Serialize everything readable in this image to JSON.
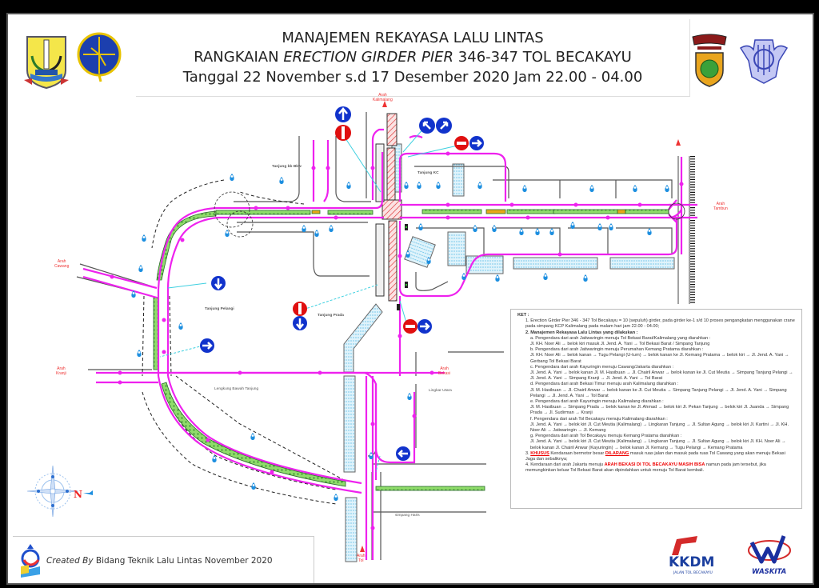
{
  "header": {
    "title_line1": "MANAJEMEN REKAYASA LALU LINTAS",
    "title_line2_prefix": "RANGKAIAN ",
    "title_line2_italic": "ERECTION GIRDER PIER",
    "title_line2_suffix": " 346-347 TOL BECAKAYU",
    "title_line3": "Tanggal 22 November s.d 17 Desember 2020 Jam 22.00 - 04.00"
  },
  "logos": {
    "left": [
      "kota-bekasi-emblem",
      "dishub-emblem"
    ],
    "right": [
      "polri-polres-emblem",
      "korlantas-emblem"
    ],
    "bottom_right": [
      {
        "name": "kkdm-logo",
        "text": "KKDM",
        "subtext": "JALAN TOL BECAKAYU"
      },
      {
        "name": "waskita-logo",
        "text": "WASKITA"
      }
    ],
    "bottom_left": "dishub-bekasi-logo"
  },
  "map": {
    "labels": {
      "tanjung_bb": "Tanjung bb Bkw",
      "tanjung_kc": "Tanjung KC",
      "tanjung_pelangi": "Tanjung Pelangi",
      "tanjung_prada": "Tanjung Prada",
      "lengkung_bawah": "Lengkung Bawah Tanjung",
      "lingkar": "Lingkar Utara",
      "simpang": "simpang Haris",
      "north": "N"
    },
    "directions": {
      "top": "Arah\nKalimalang",
      "left_upper": "Arah\nCawang",
      "left_lower": "Arah\nKranji",
      "right": "Arah\nBekasi",
      "right_upper": "Arah\nTambun",
      "bottom": "Arah\nTol"
    },
    "colors": {
      "detour": "#ee22ee",
      "median": "#33aa33",
      "bridge_hatch": "#dd3333",
      "water": "#6ec6e8",
      "sign_blue": "#1133cc",
      "sign_red": "#e01010",
      "label_red": "#ee3333"
    }
  },
  "legend": {
    "heading": "KET :",
    "items": [
      {
        "n": "1.",
        "text": "Erection Girder Pier 346 - 347 Tol Becakayu = 10 (sepuluh) girder, pada girder ke-1 s/d 10 proses pengangkatan menggunakan crane pada simpang KCP Kalimalang pada malam hari jam 22.00 - 04.00;"
      },
      {
        "n": "2.",
        "text": "Manajemen Rekayasa Lalu Lintas yang dilakukan :"
      }
    ],
    "sub_items": [
      {
        "n": "a.",
        "text": "Pengendara dari arah Jatiwaringin menuju Tol Bekasi Barat/Kalimalang yang diarahkan :",
        "route": "Jl. KH. Noer Ali → belok kiri masuk Jl. Jend. A. Yani → Tol Bekasi Barat / Simpang Tanjung"
      },
      {
        "n": "b.",
        "text": "Pengendara dari arah Jatiwaringin menuju Perumahan Kemang Pratama diarahkan :",
        "route": "Jl. KH. Noer Ali → belok kanan → Tugu Pelangi (U-turn) → belok kanan ke Jl. Kemang Pratama → belok kiri → Jl. Jend. A. Yani → Gerbang Tol Bekasi Barat"
      },
      {
        "n": "c.",
        "text": "Pengendara dari arah Kayuringin menuju Cawang/Jakarta diarahkan :",
        "route": "Jl. Jend. A. Yani → belok kanan Jl. M. Hasibuan → Jl. Chairil Anwar → belok kanan ke Jl. Cut Meutia → Simpang Tanjung Pelangi → Jl. Jend. A. Yani → Simpang Kranji → Jl. Jend. A. Yani → Tol Barat"
      },
      {
        "n": "d.",
        "text": "Pengendara dari arah Bekasi Timur menuju arah Kalimalang diarahkan :",
        "route": "Jl. M. Hasibuan → Jl. Chairil Anwar → belok kanan ke Jl. Cut Meutia → Simpang Tanjung Pelangi → Jl. Jend. A. Yani → Simpang Pelangi → Jl. Jend. A. Yani → Tol Barat"
      },
      {
        "n": "e.",
        "text": "Pengendara dari arah Kayuringin menuju Kalimalang diarahkan :",
        "route": "Jl. M. Hasibuan → Simpang Prada → belok kanan ke Jl. Ahmad → belok kiri Jl. Pekan Tanjung → belok kiri Jl. Juanda → Simpang Prada → Jl. Sudirman → Kranji"
      },
      {
        "n": "f.",
        "text": "Pengendara dari arah Tol Becakayu menuju Kalimalang diarahkan :",
        "route": "Jl. Jend. A. Yani → belok kiri Jl. Cut Meutia (Kalimalang) → Lingkaran Tanjung → Jl. Sultan Agung → belok kiri Jl. Kartini → Jl. KH. Noer Ali → Jatiwaringin → Jl. Kemang"
      },
      {
        "n": "g.",
        "text": "Pengendara dari arah Tol Becakayu menuju Kemang Pratama diarahkan :",
        "route": "Jl. Jend. A. Yani → belok kiri Jl. Cut Meutia (Kalimalang) → Lingkaran Tanjung → Jl. Sultan Agung → belok kiri Jl. KH. Noer Ali → belok kanan Jl. Chairil Anwar (Kayuringin) → belok kanan Jl. Kemang → Tugu Pelangi → Kemang Pratama"
      }
    ],
    "item3_prefix": "3.",
    "item3_red": "KHUSUS",
    "item3_mid": " Kendaraan bermotor besar ",
    "item3_red2": "DILARANG",
    "item3_rest": " masuk ruas jalan dan masuk pada ruas Tol Cawang yang akan menuju Bekasi Jaga dan sebaliknya;",
    "item4_prefix": "4.",
    "item4_text": "Kendaraan dari arah Jakarta menuju ",
    "item4_red": "ARAH BEKASI DI TOL BECAKAYU MASIH BISA",
    "item4_rest": " namun pada jam tersebut, jika memungkinkan keluar Tol Bekasi Barat akan dipindahkan untuk menuju Tol Barat kembali."
  },
  "footer": {
    "credit_italic": "Created By",
    "credit_text": " Bidang Teknik Lalu Lintas November 2020"
  }
}
